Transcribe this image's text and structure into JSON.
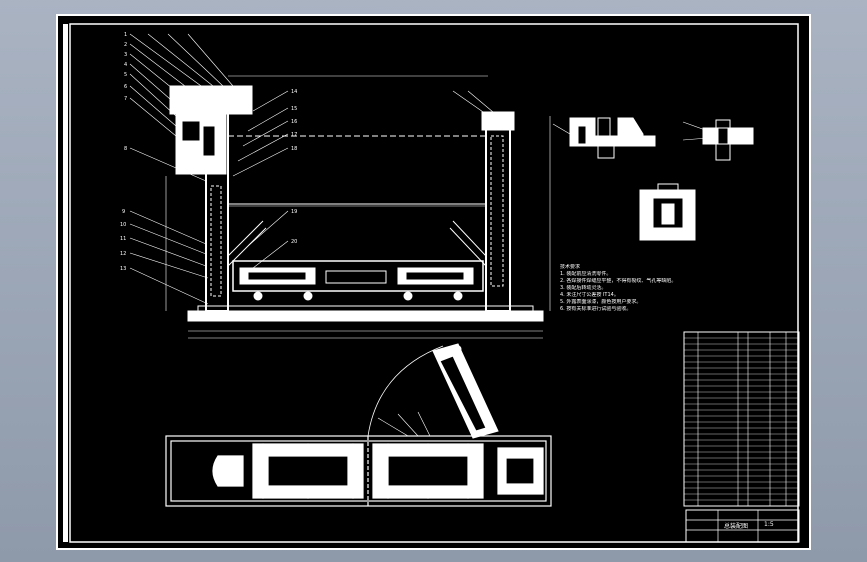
{
  "drawing": {
    "notes_heading": "技术要求",
    "notes": [
      "1. 装配前应清洗零件。",
      "2. 各焊接件焊缝应平整，不得有裂纹、气孔等缺陷。",
      "3. 装配后转动灵活。",
      "4. 未注尺寸公差按 IT14。",
      "5. 外露表面涂漆，颜色按用户要求。",
      "6. 按有关标准进行试验与验收。"
    ],
    "title_block": {
      "drawing_title": "总装配图",
      "scale_label": "1:5"
    },
    "part_callouts_left": [
      "1",
      "2",
      "3",
      "4",
      "5",
      "6",
      "7",
      "8",
      "9",
      "10",
      "11",
      "12",
      "13"
    ],
    "part_callouts_right": [
      "14",
      "15",
      "16",
      "17",
      "18",
      "19",
      "20"
    ]
  },
  "colors": {
    "background": "#000000",
    "lines": "#ffffff",
    "frame_outer": "#a9b3c2"
  }
}
